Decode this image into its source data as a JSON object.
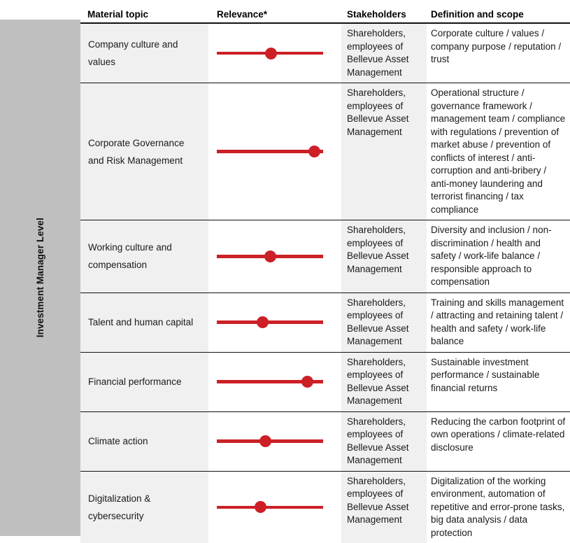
{
  "sidebar": {
    "level_label": "Investment Manager Level",
    "background_color": "#bfbfbf"
  },
  "accent_color": "#cc2026",
  "table": {
    "columns": [
      {
        "key": "topic",
        "label": "Material topic"
      },
      {
        "key": "relevance",
        "label": "Relevance*"
      },
      {
        "key": "stakeholders",
        "label": "Stakeholders"
      },
      {
        "key": "definition",
        "label": "Definition and scope"
      }
    ],
    "rows": [
      {
        "topic": "Company culture and values",
        "relevance_percent": 51,
        "stakeholders": "Shareholders, employees of Bellevue Asset Management",
        "definition": "Corporate culture / values / company purpose / reputation / trust"
      },
      {
        "topic": "Corporate Governance and Risk Management",
        "relevance_percent": 92,
        "stakeholders": "Shareholders, employees of Bellevue Asset Management",
        "definition": "Operational structure / governance framework / management team / compliance with regulations / prevention of market abuse / prevention of conflicts of interest / anti-corruption and anti-bribery / anti-money laundering and terrorist financing / tax compliance"
      },
      {
        "topic": "Working culture and compensation",
        "relevance_percent": 50,
        "stakeholders": "Shareholders, employees of Bellevue Asset Management",
        "definition": "Diversity and inclusion / non-discrimination / health and safety / work-life balance / responsible approach to compensation"
      },
      {
        "topic": "Talent and human capital",
        "relevance_percent": 43,
        "stakeholders": "Shareholders, employees of Bellevue Asset Management",
        "definition": "Training and skills management / attracting and retaining talent / health and safety / work-life balance"
      },
      {
        "topic": "Financial performance",
        "relevance_percent": 85,
        "stakeholders": "Shareholders, employees of Bellevue Asset Management",
        "definition": "Sustainable investment performance / sustainable financial returns"
      },
      {
        "topic": "Climate action",
        "relevance_percent": 46,
        "stakeholders": "Shareholders, employees of Bellevue Asset Management",
        "definition": "Reducing the carbon footprint of own operations / climate-related disclosure"
      },
      {
        "topic": "Digitalization & cybersecurity",
        "relevance_percent": 41,
        "stakeholders": "Shareholders, employees of Bellevue Asset Management",
        "definition": "Digitalization of the working environment, automation of repetitive and error-prone tasks, big data analysis  / data protection"
      }
    ]
  },
  "chart_data": {
    "type": "bar",
    "title": "Relevance of material topics — Investment Manager Level",
    "xlabel": "Relevance*",
    "ylabel": "Material topic",
    "xlim": [
      0,
      100
    ],
    "grid": false,
    "legend": null,
    "categories": [
      "Company culture and values",
      "Corporate Governance and Risk Management",
      "Working culture and compensation",
      "Talent and human capital",
      "Financial performance",
      "Climate action",
      "Digitalization & cybersecurity"
    ],
    "values": [
      51,
      92,
      50,
      43,
      85,
      46,
      41
    ]
  }
}
